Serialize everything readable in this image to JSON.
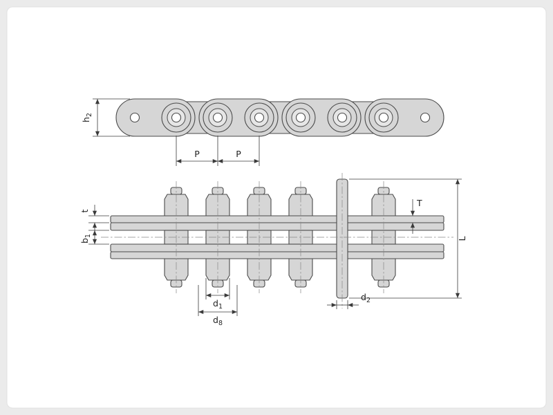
{
  "drawing": {
    "colors": {
      "background": "#ebebeb",
      "canvas": "#ffffff",
      "part_fill": "#d6d6d6",
      "part_light": "#e6e6e6",
      "outline": "#4a4a4a",
      "dimension": "#3a3a3a"
    },
    "labels": {
      "h2": {
        "base": "h",
        "sub": "2"
      },
      "pitch_left": "P",
      "pitch_right": "P",
      "t": "t",
      "b1": {
        "base": "b",
        "sub": "1"
      },
      "T_cap": "T",
      "L": "L",
      "d1": {
        "base": "d",
        "sub": "1"
      },
      "d8": {
        "base": "d",
        "sub": "8"
      },
      "d2": {
        "base": "d",
        "sub": "2"
      }
    }
  }
}
